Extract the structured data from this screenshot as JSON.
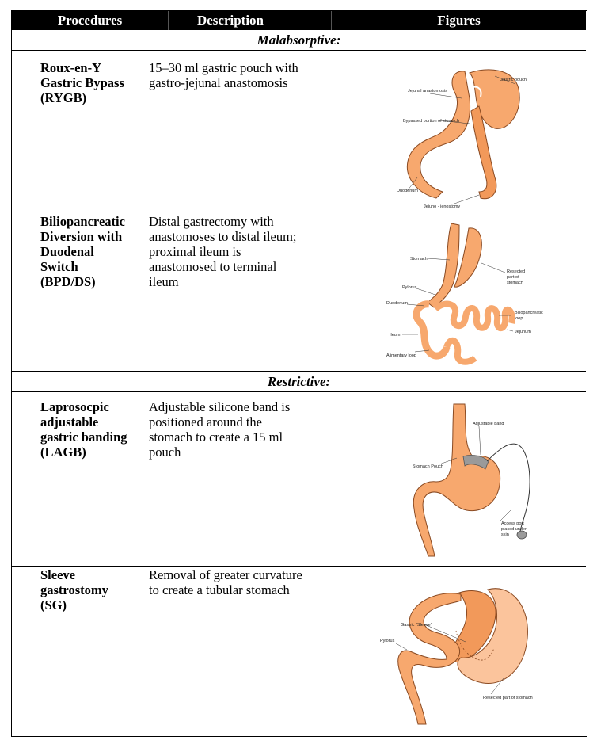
{
  "table": {
    "headers": {
      "procedures": "Procedures",
      "description": "Description",
      "figures": "Figures"
    },
    "sections": {
      "malabsorptive": "Malabsorptive:",
      "restrictive": "Restrictive:"
    },
    "rows": [
      {
        "procedure_lines": [
          "Roux-en-Y",
          "Gastric Bypass",
          "(RYGB)"
        ],
        "description_lines": [
          "15–30 ml gastric pouch with",
          "gastro-jejunal anastomosis"
        ],
        "figure_labels": [
          "Gastric pouch",
          "Jejunal anastomosis",
          "Bypassed portion of stomach",
          "Duodenum",
          "Jejuno - jenostomy"
        ]
      },
      {
        "procedure_lines": [
          "Biliopancreatic",
          "Diversion with",
          "Duodenal",
          "Switch",
          "(BPD/DS)"
        ],
        "description_lines": [
          "Distal gastrectomy with",
          "anastomoses to distal ileum;",
          "proximal ileum is",
          "anastomosed to terminal",
          "ileum"
        ],
        "figure_labels": [
          "Stomach",
          "Resected",
          "part of",
          "stomach",
          "Pylorus",
          "Duodenum",
          "Biliopancreatic",
          "loop",
          "Jejunum",
          "Ileum",
          "Alimentary loop"
        ]
      },
      {
        "procedure_lines": [
          "Laprosocpic",
          "adjustable",
          "gastric banding",
          "(LAGB)"
        ],
        "description_lines": [
          "Adjustable silicone band is",
          "positioned around the",
          "stomach to create a 15 ml",
          "pouch"
        ],
        "figure_labels": [
          "Adjustable band",
          "Stomach Pouch",
          "Access port",
          "placed under",
          "skin"
        ]
      },
      {
        "procedure_lines": [
          "Sleeve",
          "gastrostomy",
          "(SG)"
        ],
        "description_lines": [
          "Removal of greater curvature",
          "to create a tubular stomach"
        ],
        "figure_labels": [
          "Gastric \"Sleeve\"",
          "Pylorus",
          "Resected part of stomach"
        ]
      }
    ]
  },
  "colors": {
    "organ_fill": "#f7a86e",
    "organ_stroke": "#8a4a22",
    "band": "#9a9a9a",
    "header_bg": "#000000"
  }
}
